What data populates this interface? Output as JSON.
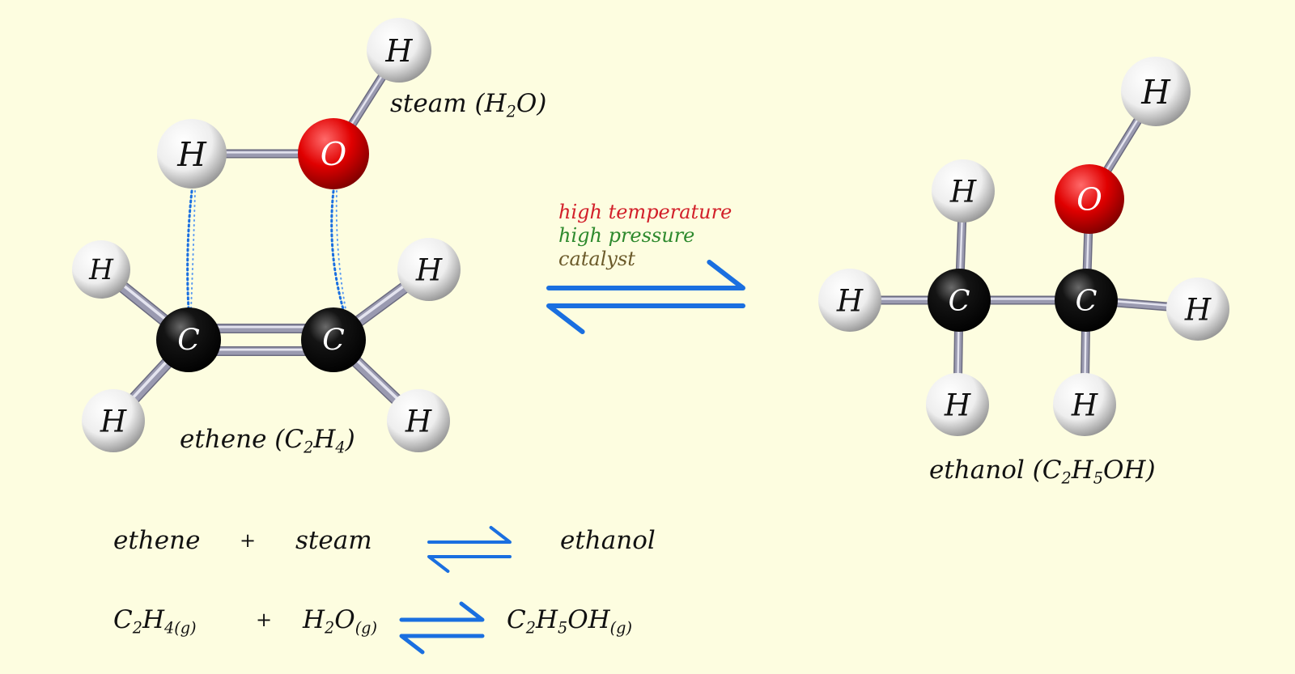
{
  "colors": {
    "background": "#fdfde0",
    "hydrogen": "#f4f4f4",
    "oxygen": "#e00000",
    "carbon": "#0c0c0c",
    "bond": "#9a9ab0",
    "arrow": "#1a6fe0",
    "cond_temperature": "#d21f2a",
    "cond_pressure": "#2e8a2e",
    "cond_catalyst": "#6b5a2a"
  },
  "atom_symbols": {
    "hydrogen": "H",
    "oxygen": "O",
    "carbon": "C"
  },
  "steam": {
    "name": "steam",
    "open": "(",
    "h": "H",
    "sub": "2",
    "o": "O",
    "close": ")"
  },
  "ethene": {
    "name": "ethene",
    "open": "(",
    "c": "C",
    "sub1": "2",
    "h": "H",
    "sub2": "4",
    "close": ")"
  },
  "ethanol": {
    "name": "ethanol",
    "open": "(",
    "c": "C",
    "sub1": "2",
    "h": "H",
    "sub2": "5",
    "oh": "OH",
    "close": ")"
  },
  "conditions": {
    "temperature": "high temperature",
    "pressure": "high pressure",
    "catalyst": "catalyst"
  },
  "word_equation": {
    "reactant1": "ethene",
    "plus": "+",
    "reactant2": "steam",
    "product": "ethanol"
  },
  "symbol_equation": {
    "r1_c": "C",
    "r1_sub1": "2",
    "r1_h": "H",
    "r1_sub2": "4(g)",
    "plus": "+",
    "r2_h": "H",
    "r2_sub1": "2",
    "r2_o": "O",
    "r2_state": "(g)",
    "p_c": "C",
    "p_sub1": "2",
    "p_h": "H",
    "p_sub2": "5",
    "p_oh": "OH",
    "p_state": "(g)"
  }
}
